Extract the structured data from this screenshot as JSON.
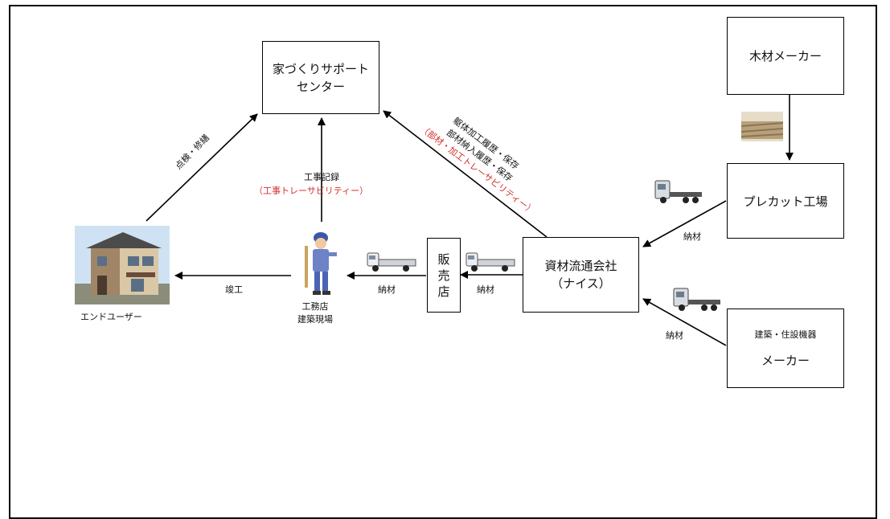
{
  "nodes": {
    "support_center": [
      "家づくりサポート",
      "センター"
    ],
    "wood_maker": "木材メーカー",
    "precut_factory": "プレカット工場",
    "distributor": [
      "資材流通会社",
      "（ナイス）"
    ],
    "retailer": [
      "販",
      "売",
      "店"
    ],
    "equipment_maker": {
      "small": "建築・住設機器",
      "main": "メーカー"
    },
    "end_user": "エンドユーザー",
    "builder": [
      "工務店",
      "建築現場"
    ]
  },
  "labels": {
    "inspection": "点検・修繕",
    "construction_record": "工事記録",
    "construction_trace": "（工事トレーサビリティー）",
    "distributor_line1": "躯体加工履歴・保存",
    "distributor_line2": "部材納入履歴・保存",
    "distributor_trace": "（部材・加工トレーサビリティー）",
    "completion": "竣工",
    "delivery": "納材"
  },
  "colors": {
    "trace_red": "#d3312b",
    "line": "#000000"
  }
}
